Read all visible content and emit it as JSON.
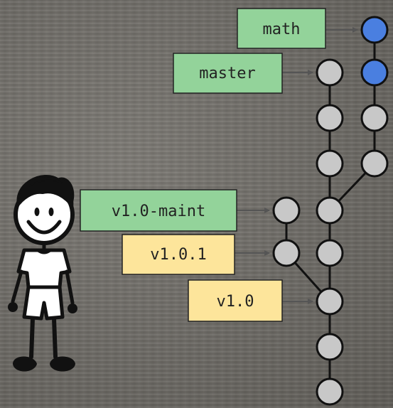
{
  "colors": {
    "branch_fill": "#93d39a",
    "tag_fill": "#fde59b",
    "commit_fill": "#c8c8c8",
    "commit_active_fill": "#4a7fe0",
    "stroke": "#111111",
    "arrow": "#555555"
  },
  "refs": [
    {
      "id": "math",
      "label": "math",
      "kind": "branch"
    },
    {
      "id": "master",
      "label": "master",
      "kind": "branch"
    },
    {
      "id": "v10maint",
      "label": "v1.0-maint",
      "kind": "branch"
    },
    {
      "id": "v101",
      "label": "v1.0.1",
      "kind": "tag"
    },
    {
      "id": "v10",
      "label": "v1.0",
      "kind": "tag"
    }
  ],
  "commits": [
    {
      "id": "m1",
      "branch": "math",
      "active": true
    },
    {
      "id": "m2",
      "branch": "math",
      "active": true
    },
    {
      "id": "m3",
      "branch": "math",
      "active": false
    },
    {
      "id": "m4",
      "branch": "math",
      "active": false
    },
    {
      "id": "c1",
      "branch": "master",
      "active": false
    },
    {
      "id": "c2",
      "branch": "master",
      "active": false
    },
    {
      "id": "c3",
      "branch": "master",
      "active": false
    },
    {
      "id": "c4",
      "branch": "master",
      "active": false
    },
    {
      "id": "c5",
      "branch": "master",
      "active": false
    },
    {
      "id": "c6",
      "branch": "master",
      "active": false
    },
    {
      "id": "c7",
      "branch": "master",
      "active": false
    },
    {
      "id": "c8",
      "branch": "master",
      "active": false
    },
    {
      "id": "t1",
      "branch": "v1.0-maint",
      "active": false
    },
    {
      "id": "t2",
      "branch": "v1.0-maint",
      "active": false
    }
  ],
  "figure_icon": "stick-figure-character"
}
